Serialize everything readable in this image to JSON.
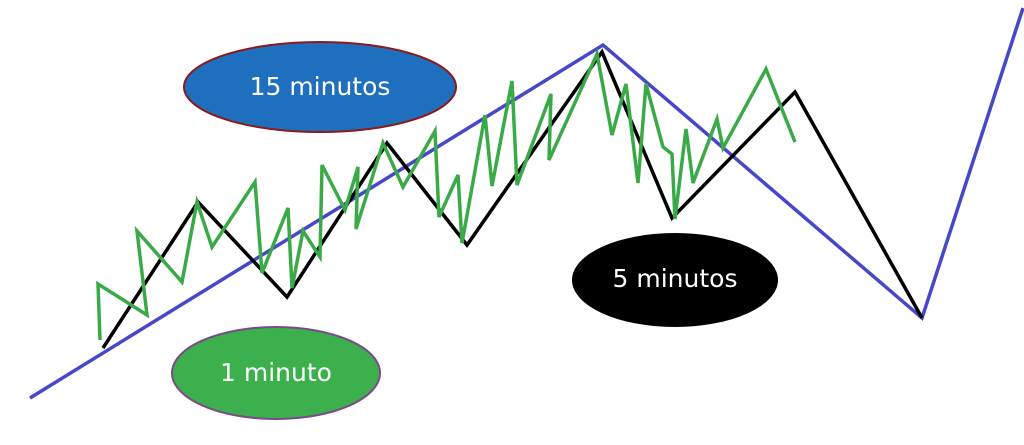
{
  "labels": {
    "fifteen": "15 minutos",
    "five": "5 minutos",
    "one": "1 minuto"
  },
  "colors": {
    "background": "#ffffff",
    "trend_15min": "#4747c8",
    "wave_5min": "#000000",
    "wave_1min": "#3aaa48",
    "ellipse_15min_fill": "#1f6fbf",
    "ellipse_15min_stroke": "#8b1a1a",
    "ellipse_5min_fill": "#000000",
    "ellipse_1min_fill": "#3cb04c",
    "ellipse_1min_stroke": "#7a4a8a",
    "label_text": "#ffffff"
  }
}
